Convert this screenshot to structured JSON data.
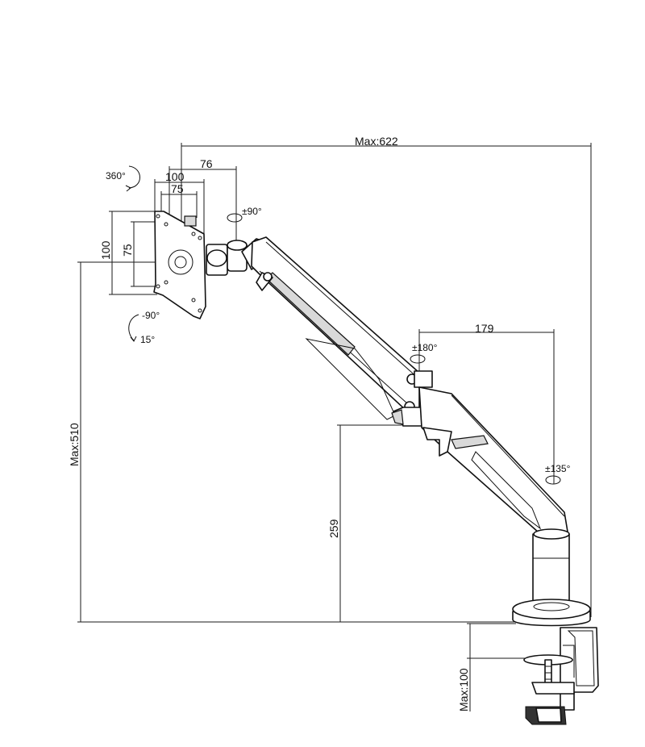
{
  "dimensions": {
    "max_width": "Max:622",
    "max_height": "Max:510",
    "vesa_outer_h": "100",
    "vesa_inner_h": "75",
    "vesa_outer_v": "100",
    "vesa_inner_v": "75",
    "head_offset": "76",
    "pole_offset": "179",
    "pole_height": "259",
    "clamp_max": "Max:100"
  },
  "rotations": {
    "rotate_360": "360°",
    "swivel_head": "±90°",
    "tilt_back": "-90°",
    "tilt_forward": "15°",
    "swivel_mid": "±180°",
    "swivel_base": "±135°"
  }
}
